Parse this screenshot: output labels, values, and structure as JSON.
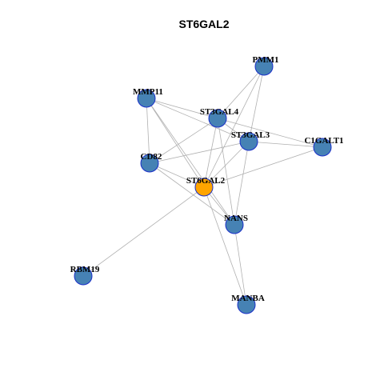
{
  "title": "ST6GAL2",
  "colors": {
    "hub": "#ffa500",
    "node": "#4682b4",
    "node_border": "#1a2fc9",
    "edge": "#b0b0b0"
  },
  "nodes": [
    {
      "id": "PMM1",
      "label": "PMM1",
      "hub": false
    },
    {
      "id": "MMP11",
      "label": "MMP11",
      "hub": false
    },
    {
      "id": "ST3GAL4",
      "label": "ST3GAL4",
      "hub": false
    },
    {
      "id": "ST3GAL3",
      "label": "ST3GAL3",
      "hub": false
    },
    {
      "id": "C1GALT1",
      "label": "C1GALT1",
      "hub": false
    },
    {
      "id": "CD82",
      "label": "CD82",
      "hub": false
    },
    {
      "id": "ST6GAL2",
      "label": "ST6GAL2",
      "hub": true
    },
    {
      "id": "NANS",
      "label": "NANS",
      "hub": false
    },
    {
      "id": "RBM19",
      "label": "RBM19",
      "hub": false
    },
    {
      "id": "MANBA",
      "label": "MANBA",
      "hub": false
    }
  ],
  "edges": [
    [
      "ST6GAL2",
      "PMM1"
    ],
    [
      "ST6GAL2",
      "MMP11"
    ],
    [
      "ST6GAL2",
      "ST3GAL4"
    ],
    [
      "ST6GAL2",
      "ST3GAL3"
    ],
    [
      "ST6GAL2",
      "C1GALT1"
    ],
    [
      "ST6GAL2",
      "CD82"
    ],
    [
      "ST6GAL2",
      "NANS"
    ],
    [
      "ST6GAL2",
      "RBM19"
    ],
    [
      "ST6GAL2",
      "MANBA"
    ],
    [
      "PMM1",
      "ST3GAL4"
    ],
    [
      "PMM1",
      "ST3GAL3"
    ],
    [
      "MMP11",
      "ST3GAL4"
    ],
    [
      "MMP11",
      "ST3GAL3"
    ],
    [
      "MMP11",
      "CD82"
    ],
    [
      "MMP11",
      "NANS"
    ],
    [
      "ST3GAL4",
      "ST3GAL3"
    ],
    [
      "ST3GAL4",
      "C1GALT1"
    ],
    [
      "ST3GAL4",
      "CD82"
    ],
    [
      "ST3GAL4",
      "NANS"
    ],
    [
      "ST3GAL3",
      "C1GALT1"
    ],
    [
      "ST3GAL3",
      "CD82"
    ],
    [
      "ST3GAL3",
      "NANS"
    ],
    [
      "CD82",
      "NANS"
    ],
    [
      "NANS",
      "MANBA"
    ]
  ]
}
